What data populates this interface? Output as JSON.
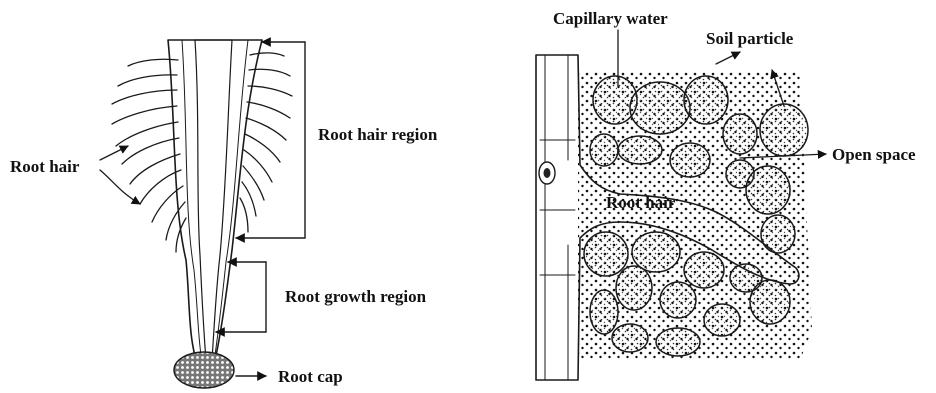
{
  "left_figure": {
    "labels": {
      "root_hair": "Root hair",
      "root_hair_region": "Root hair region",
      "root_growth_region": "Root growth region",
      "root_cap": "Root cap"
    }
  },
  "right_figure": {
    "labels": {
      "capillary_water": "Capillary water",
      "soil_particle": "Soil particle",
      "open_space": "Open space",
      "root_hair": "Root hair"
    }
  },
  "colors": {
    "ink": "#1a1a1a",
    "background": "#ffffff"
  }
}
